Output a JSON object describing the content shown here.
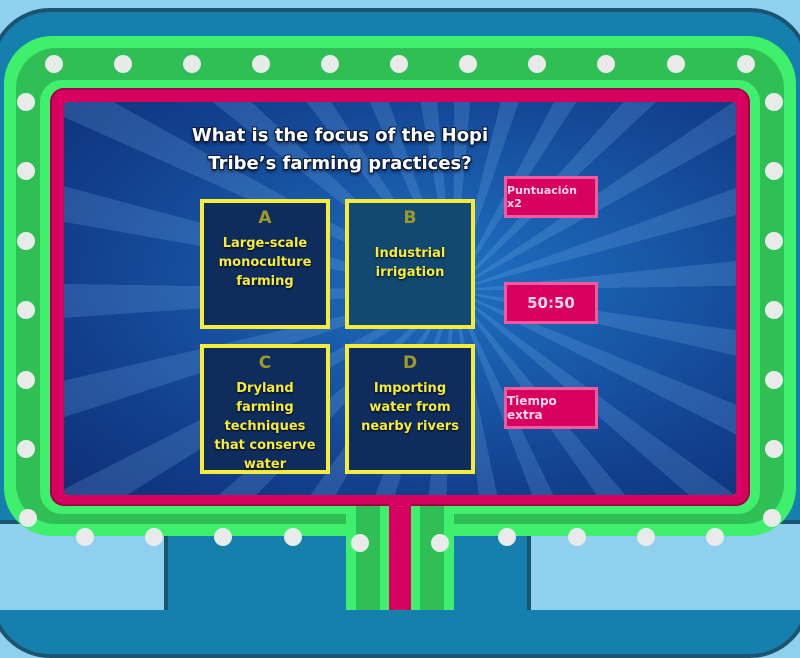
{
  "question": {
    "line1": "What is the focus of the Hopi",
    "line2": "Tribe’s farming practices?"
  },
  "answers": [
    {
      "letter": "A",
      "text": "Large-scale monoculture farming"
    },
    {
      "letter": "B",
      "text": "Industrial irrigation"
    },
    {
      "letter": "C",
      "text": "Dryland farming techniques that conserve water"
    },
    {
      "letter": "D",
      "text": "Importing water from nearby rivers"
    }
  ],
  "powerups": [
    {
      "label": "Puntuación x2"
    },
    {
      "label": "50:50"
    },
    {
      "label": "Tiempo extra"
    }
  ],
  "colors": {
    "frame_green": "#3ff06c",
    "frame_pink": "#d6005f",
    "stage_blue": "#1858a8",
    "answer_border": "#f7ec3c",
    "powerup_bg": "#d8005f"
  }
}
